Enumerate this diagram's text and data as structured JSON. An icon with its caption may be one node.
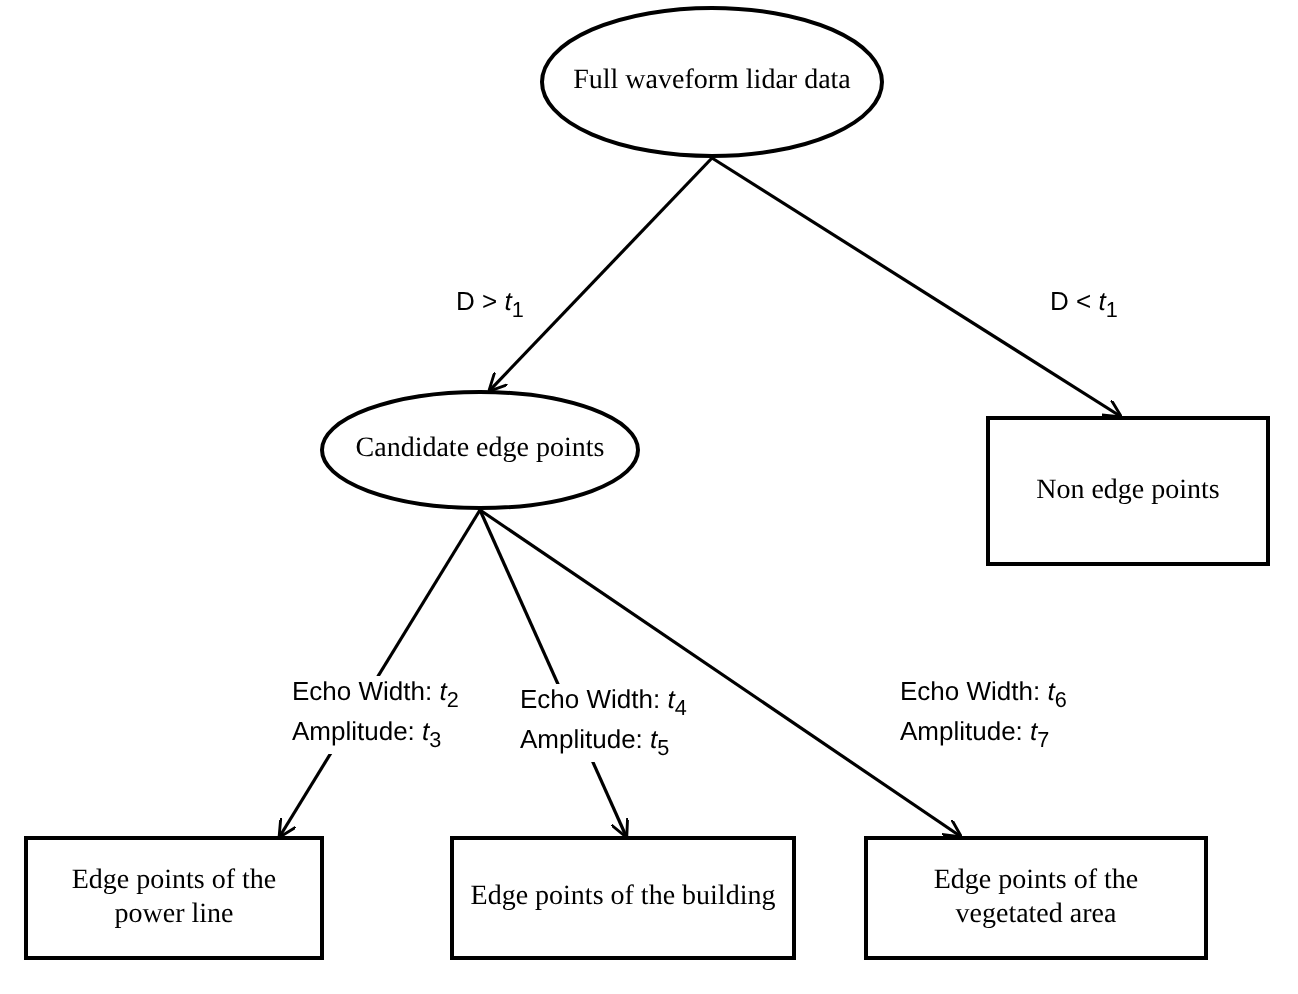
{
  "diagram": {
    "nodes": [
      {
        "text": [
          "Full waveform lidar data"
        ]
      },
      {
        "text": [
          "Candidate edge points"
        ]
      },
      {
        "text": [
          "Non edge points"
        ]
      },
      {
        "text": [
          "Edge points of the power line"
        ]
      },
      {
        "text": [
          "Edge points of the building"
        ]
      },
      {
        "text": [
          "Edge points of the vegetated area"
        ]
      }
    ],
    "edges": [
      {
        "from": 0,
        "to": 1,
        "arrow": "to",
        "label": "D > *t*$_{1}$"
      },
      {
        "from": 0,
        "to": 2,
        "arrow": "to",
        "label": "D < *t*$_{1}$"
      },
      {
        "from": 1,
        "to": 3,
        "arrow": "to",
        "label": "Echo Width: *t*$_{2}$ Amplitude: *t*$_{3}$"
      },
      {
        "from": 1,
        "to": 4,
        "arrow": "to",
        "label": "Echo Width: *t*$_{4}$ Amplitude: *t*$_{5}$"
      },
      {
        "from": 1,
        "to": 5,
        "arrow": "to",
        "label": "Echo Width: *t*$_{6}$ Amplitude: *t*$_{7}$"
      }
    ]
  }
}
